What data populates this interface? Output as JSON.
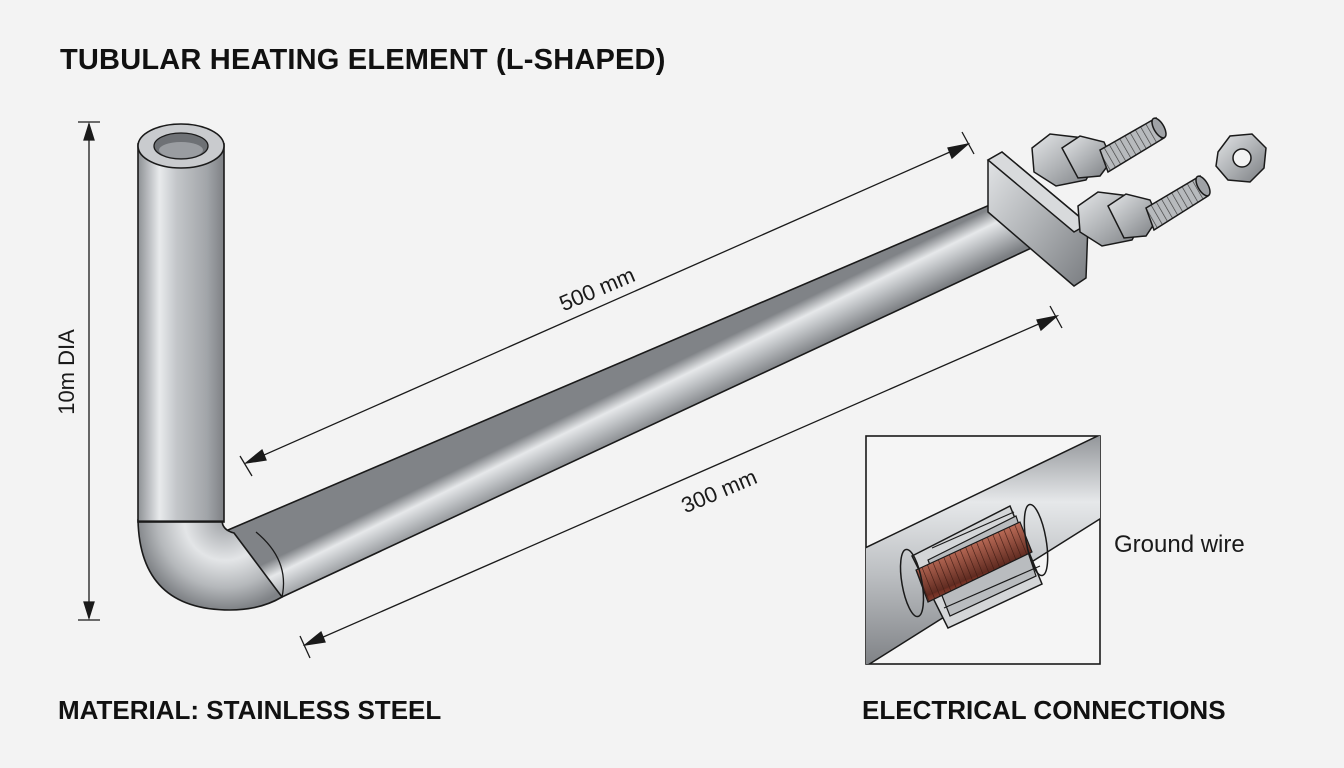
{
  "title": "TUBULAR HEATING ELEMENT (L-SHAPED)",
  "dimensions": {
    "diameter": "10m DIA",
    "length_top": "500 mm",
    "length_bottom": "300 mm"
  },
  "material": "MATERIAL: STAINLESS STEEL",
  "inset": {
    "callout": "Ground wire"
  },
  "connections_label": "ELECTRICAL CONNECTIONS",
  "colors": {
    "background": "#f3f3f3",
    "steel": "#b9bcbf",
    "copper": "#9a4a3a",
    "outline": "#1a1a1a"
  }
}
